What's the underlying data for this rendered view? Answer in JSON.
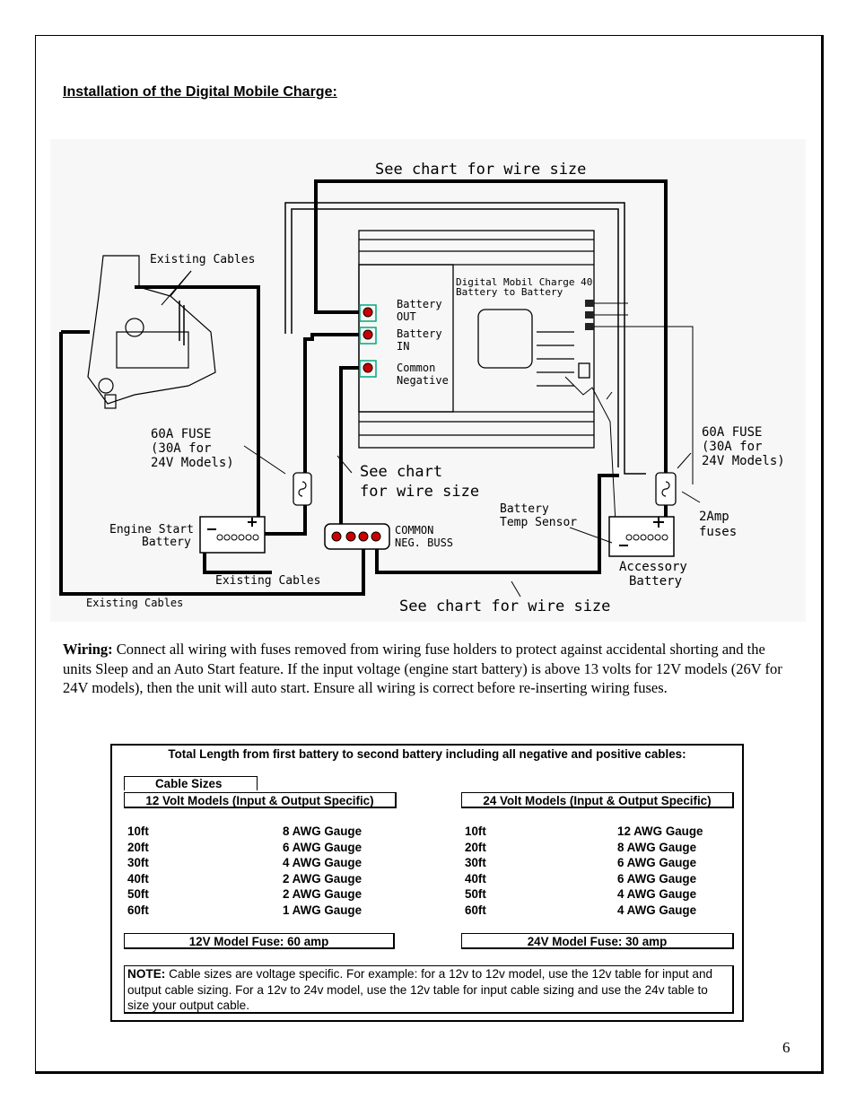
{
  "heading": "Installation of the Digital Mobile Charge:",
  "diagram": {
    "wire_chart_top": "See chart for wire size",
    "wire_chart_mid_1": "See chart",
    "wire_chart_mid_2": "for wire size",
    "wire_chart_bottom": "See chart for wire size",
    "existing_cables_top": "Existing Cables",
    "existing_cables_mid": "Existing Cables",
    "existing_cables_bottom": "Existing Cables",
    "fuse_left_1": "60A FUSE",
    "fuse_left_2": "(30A for",
    "fuse_left_3": "24V Models)",
    "fuse_right_1": "60A FUSE",
    "fuse_right_2": "(30A for",
    "fuse_right_3": "24V Models)",
    "charger_title_1": "Digital Mobil Charge 40",
    "charger_title_2": "Battery to Battery",
    "battery_out_1": "Battery",
    "battery_out_2": "OUT",
    "battery_in_1": "Battery",
    "battery_in_2": "IN",
    "common_neg_1": "Common",
    "common_neg_2": "Negative",
    "engine_start_1": "Engine Start",
    "engine_start_2": "Battery",
    "common_buss_1": "COMMON",
    "common_buss_2": "NEG. BUSS",
    "temp_sensor_1": "Battery",
    "temp_sensor_2": "Temp Sensor",
    "two_amp_1": "2Amp",
    "two_amp_2": "fuses",
    "accessory_1": "Accessory",
    "accessory_2": "Battery"
  },
  "wiring": {
    "label": "Wiring:",
    "text": " Connect all wiring with fuses removed from wiring fuse holders to protect against accidental shorting and the units Sleep and an Auto Start feature. If the input voltage (engine start battery) is above 13 volts for 12V models (26V for 24V models), then the unit will auto start. Ensure all wiring is correct before re-inserting wiring fuses."
  },
  "table": {
    "title": "Total Length from first battery to second battery including all negative and positive cables:",
    "cable_sizes_label": "Cable Sizes",
    "left_header": "12 Volt Models (Input & Output Specific)",
    "right_header": "24 Volt Models (Input & Output Specific)",
    "left_rows": [
      {
        "length": "10ft",
        "gauge": "8 AWG Gauge"
      },
      {
        "length": "20ft",
        "gauge": "6 AWG Gauge"
      },
      {
        "length": "30ft",
        "gauge": "4 AWG Gauge"
      },
      {
        "length": "40ft",
        "gauge": "2 AWG Gauge"
      },
      {
        "length": "50ft",
        "gauge": "2 AWG Gauge"
      },
      {
        "length": "60ft",
        "gauge": "1 AWG Gauge"
      }
    ],
    "right_rows": [
      {
        "length": "10ft",
        "gauge": "12 AWG Gauge"
      },
      {
        "length": "20ft",
        "gauge": "8 AWG Gauge"
      },
      {
        "length": "30ft",
        "gauge": "6 AWG Gauge"
      },
      {
        "length": "40ft",
        "gauge": "6 AWG Gauge"
      },
      {
        "length": "50ft",
        "gauge": "4 AWG Gauge"
      },
      {
        "length": "60ft",
        "gauge": "4 AWG Gauge"
      }
    ],
    "left_fuse": "12V Model Fuse:  60 amp",
    "right_fuse": "24V Model Fuse:  30 amp",
    "note_label": "NOTE:",
    "note_text": " Cable sizes are voltage specific. For example: for a 12v to 12v model, use the 12v table for input and output cable sizing. For a 12v to 24v model, use the 12v table for input cable sizing and use the 24v table to size your output cable."
  },
  "page_number": "6"
}
